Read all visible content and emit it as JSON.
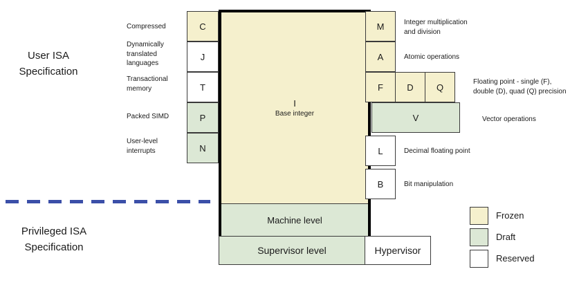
{
  "colors": {
    "frozen": "#f5f0cd",
    "draft": "#dce8d5",
    "reserved": "#ffffff",
    "divider": "#3b4fa8"
  },
  "sections": {
    "user_isa": "User ISA\nSpecification",
    "privileged_isa": "Privileged ISA\nSpecification"
  },
  "left_extensions": [
    {
      "letter": "C",
      "label": "Compressed",
      "status": "frozen"
    },
    {
      "letter": "J",
      "label": "Dynamically\ntranslated\nlanguages",
      "status": "reserved"
    },
    {
      "letter": "T",
      "label": "Transactional\nmemory",
      "status": "reserved"
    },
    {
      "letter": "P",
      "label": "Packed SIMD",
      "status": "draft"
    },
    {
      "letter": "N",
      "label": "User-level\ninterrupts",
      "status": "draft"
    }
  ],
  "base": {
    "letter": "I",
    "label": "Base integer",
    "status": "frozen"
  },
  "right_extensions": [
    {
      "letter": "M",
      "label": "Integer multiplication\nand division",
      "status": "frozen"
    },
    {
      "letter": "A",
      "label": "Atomic operations",
      "status": "frozen"
    },
    {
      "letter": "F",
      "status": "frozen"
    },
    {
      "letter": "D",
      "status": "frozen"
    },
    {
      "letter": "Q",
      "status": "frozen"
    },
    {
      "letter": "L",
      "label": "Decimal floating point",
      "status": "reserved"
    },
    {
      "letter": "B",
      "label": "Bit manipulation",
      "status": "reserved"
    }
  ],
  "fdq_label": "Floating point - single (F),\ndouble (D), quad (Q) precision",
  "vector": {
    "letter": "V",
    "label": "Vector operations",
    "status": "draft"
  },
  "privilege_levels": {
    "machine": "Machine level",
    "supervisor": "Supervisor level",
    "hypervisor": "Hypervisor"
  },
  "legend": [
    {
      "label": "Frozen",
      "status": "frozen"
    },
    {
      "label": "Draft",
      "status": "draft"
    },
    {
      "label": "Reserved",
      "status": "reserved"
    }
  ]
}
